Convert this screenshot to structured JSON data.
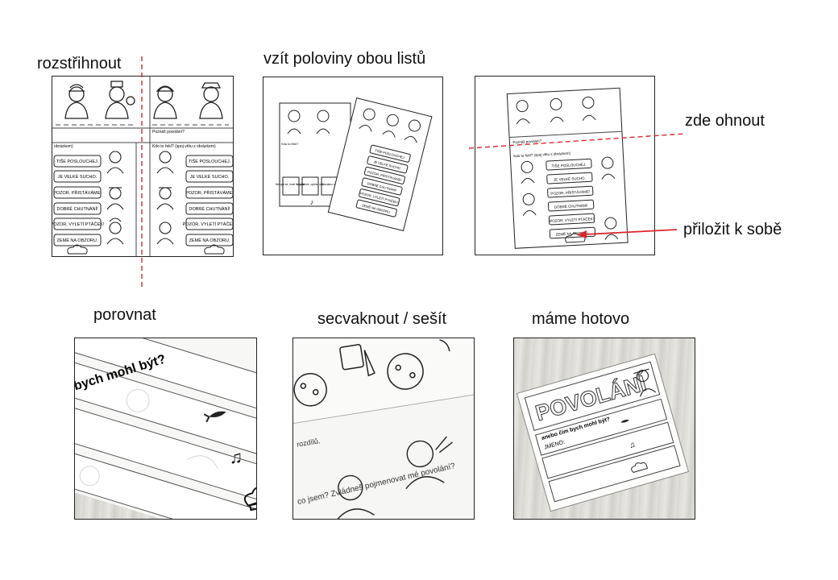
{
  "captions": {
    "cut": "rozstřihnout",
    "take_halves": "vzít  poloviny obou listů",
    "fold_here": "zde ohnout",
    "put_together": "přiložit k sobě",
    "compare": "porovnat",
    "staple": "secvaknout / sešít",
    "done": "máme hotovo"
  },
  "worksheet": {
    "heading_question": "Poznáš povolání?",
    "who_says": "Kdo to řekl? (spoj větu s obrázkem)",
    "left_cut_text": "obrázkem)",
    "phrases": [
      "TIŠE POSLOUCHEJ.",
      "JE VELKÉ SUCHO.",
      "POZOR, PŘISTÁVÁME!",
      "DOBRÉ CHUTNÁNÍ!",
      "POZOR, VYLETÍ PTÁČEK!",
      "ZEMĚ NA OBZORU."
    ],
    "small_question": "Kdo to řekl?",
    "note_lines": [
      "Nebojte se, bude to rychlé.",
      "Nechte mě, vyčešu vás!",
      "Odcvaknu vás!"
    ]
  },
  "booklet": {
    "subtitle_fragment": "bych mohl být?",
    "staple_line1": "rozdílů.",
    "staple_line2": "co jsem? Zvládneš pojmenovat mé povolání?",
    "cover_title": "POVOLÁNÍ",
    "cover_subtitle": "anebo čím bych mohl být?",
    "name_label": "JMÉNO:"
  },
  "colors": {
    "accent_red": "#d9272e",
    "outline": "#222222",
    "photo_wood": "#dedcd7"
  }
}
